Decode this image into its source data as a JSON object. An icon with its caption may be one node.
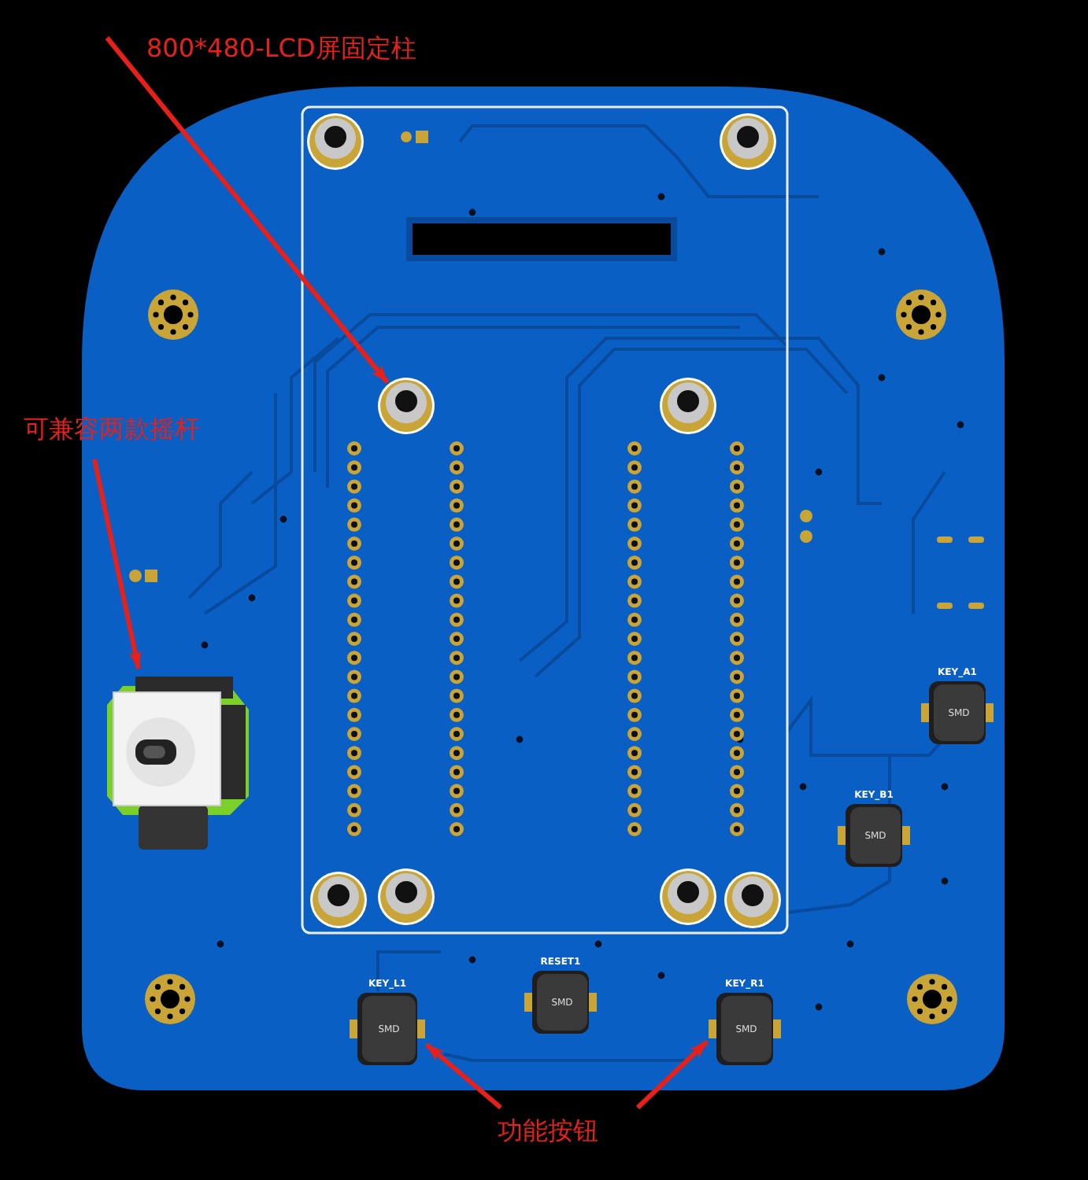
{
  "diagram": {
    "nodes": [
      {
        "text": [
          "800*480-LCD屏固定柱"
        ]
      },
      {
        "text": [],
        "shape": "picture"
      },
      {
        "text": [],
        "shape": "picture"
      },
      {
        "text": [],
        "shape": "picture"
      },
      {
        "text": [],
        "shape": "picture"
      },
      {
        "text": [
          "可兼容两款摇杆"
        ]
      },
      {
        "text": [],
        "shape": "picture"
      },
      {
        "text": [
          "KEY_A1",
          "SMD"
        ]
      },
      {
        "text": [
          "KEY_B1",
          "SMD"
        ]
      },
      {
        "text": [],
        "shape": "picture"
      },
      {
        "text": [],
        "shape": "picture"
      },
      {
        "text": [],
        "shape": "picture"
      },
      {
        "text": [],
        "shape": "picture"
      },
      {
        "text": [
          "KEY_L1",
          "SMD"
        ]
      },
      {
        "text": [
          "RESET1",
          "SMD"
        ]
      },
      {
        "text": [
          "KEY_R1",
          "SMD"
        ]
      },
      {
        "text": [
          "功能按钮"
        ]
      }
    ],
    "edges": [
      {
        "from": 0,
        "to": 3,
        "arrow": "to"
      },
      {
        "from": 5,
        "to": 6,
        "arrow": "to"
      },
      {
        "from": 16,
        "to": 13,
        "arrow": "to"
      },
      {
        "from": 16,
        "to": 15,
        "arrow": "to"
      }
    ]
  }
}
